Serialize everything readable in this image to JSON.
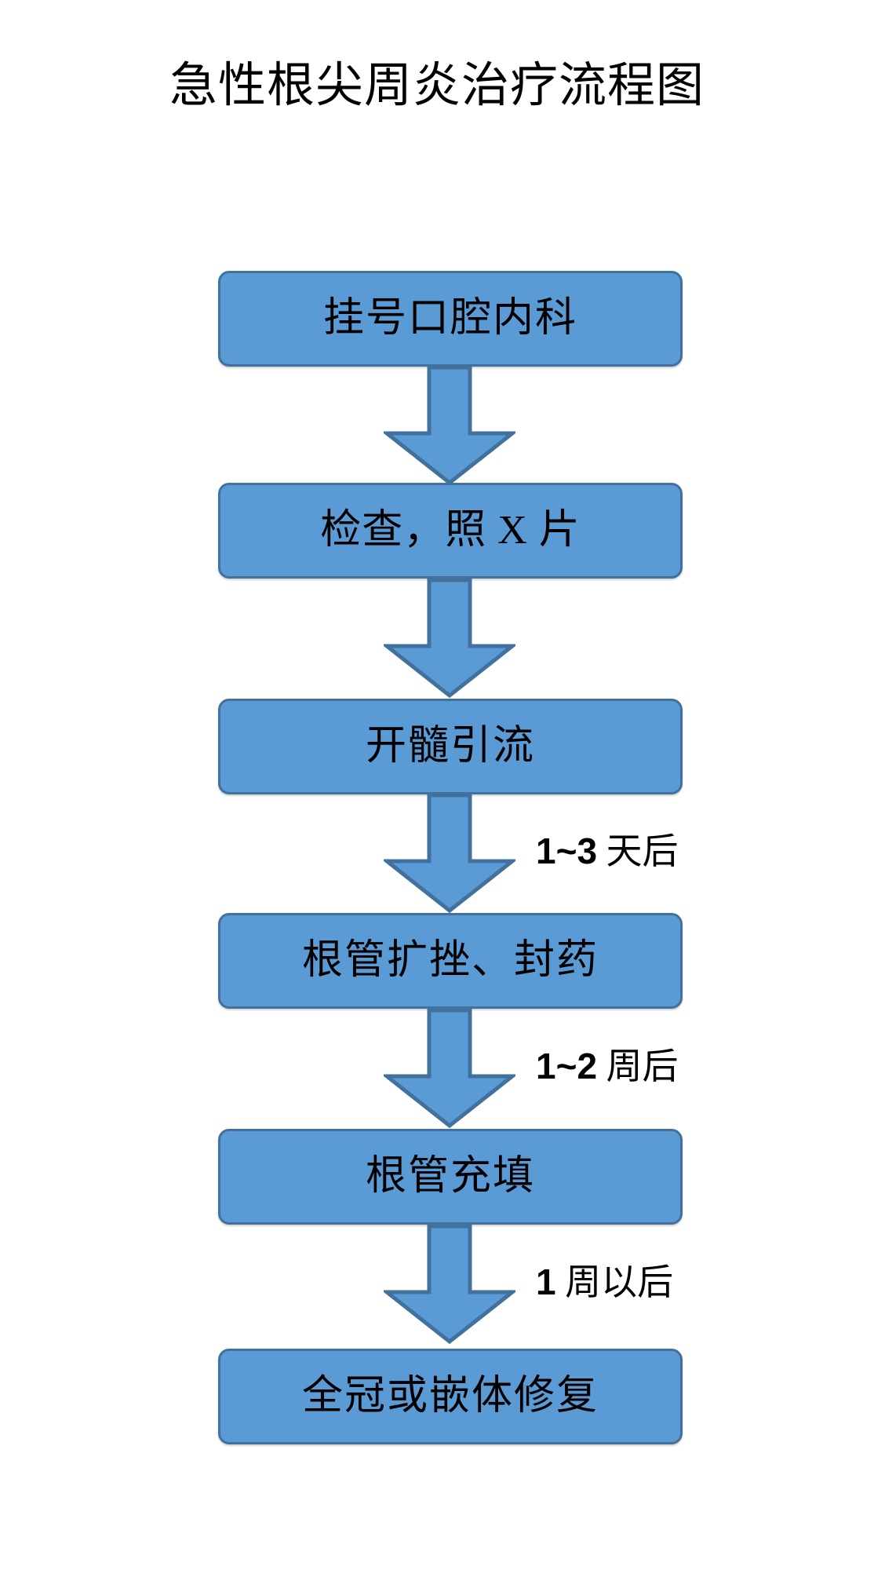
{
  "title": "急性根尖周炎治疗流程图",
  "theme": {
    "node_fill": "#5B9BD5",
    "node_stroke": "#41719C",
    "arrow_fill": "#5B9BD5",
    "arrow_stroke": "#41719C",
    "text_color": "#000000",
    "background": "#FFFFFF"
  },
  "nodes": [
    {
      "id": "register",
      "label": "挂号口腔内科"
    },
    {
      "id": "exam-xray",
      "label": "检查，照 X 片"
    },
    {
      "id": "pulp-drain",
      "label": "开髓引流"
    },
    {
      "id": "canal-prep",
      "label": "根管扩挫、封药"
    },
    {
      "id": "canal-fill",
      "label": "根管充填"
    },
    {
      "id": "restoration",
      "label": "全冠或嵌体修复"
    }
  ],
  "arrows": [
    {
      "id": "arrow-register-exam",
      "icon": "down-arrow-icon",
      "label": ""
    },
    {
      "id": "arrow-exam-drain",
      "icon": "down-arrow-icon",
      "label": ""
    },
    {
      "id": "arrow-drain-prep",
      "icon": "down-arrow-icon",
      "label": "1~3 天后"
    },
    {
      "id": "arrow-prep-fill",
      "icon": "down-arrow-icon",
      "label": "1~2 周后"
    },
    {
      "id": "arrow-fill-restore",
      "icon": "down-arrow-icon",
      "label": "1 周以后"
    }
  ],
  "edge_labels": [
    {
      "num": "1~3",
      "cn": "天后",
      "full": "1~3 天后"
    },
    {
      "num": "1~2",
      "cn": "周后",
      "full": "1~2 周后"
    },
    {
      "num": "1",
      "cn": "周以后",
      "full": "1 周以后"
    }
  ],
  "chart_data": {
    "type": "diagram",
    "diagram_kind": "flowchart",
    "orientation": "top-to-bottom",
    "title": "急性根尖周炎治疗流程图",
    "steps": [
      "挂号口腔内科",
      "检查，照 X 片",
      "开髓引流",
      "根管扩挫、封药",
      "根管充填",
      "全冠或嵌体修复"
    ],
    "transitions": [
      {
        "from": "挂号口腔内科",
        "to": "检查，照 X 片",
        "label": ""
      },
      {
        "from": "检查，照 X 片",
        "to": "开髓引流",
        "label": ""
      },
      {
        "from": "开髓引流",
        "to": "根管扩挫、封药",
        "label": "1~3 天后"
      },
      {
        "from": "根管扩挫、封药",
        "to": "根管充填",
        "label": "1~2 周后"
      },
      {
        "from": "根管充填",
        "to": "全冠或嵌体修复",
        "label": "1 周以后"
      }
    ]
  }
}
